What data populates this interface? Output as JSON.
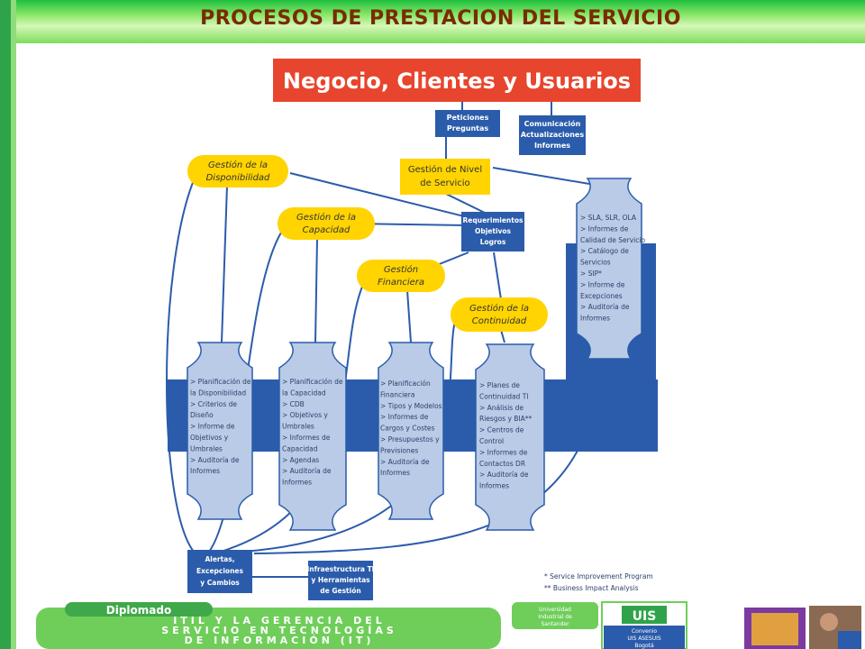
{
  "header": {
    "title": "PROCESOS DE PRESTACION DEL SERVICIO"
  },
  "diagram": {
    "top_banner": "Negocio, Clientes y Usuarios",
    "peticiones": [
      "Peticiones",
      "Preguntas"
    ],
    "comunicacion": [
      "Comunicación",
      "Actualizaciones",
      "Informes"
    ],
    "nivel_servicio": [
      "Gestión de Nivel",
      "de Servicio"
    ],
    "requerimientos": [
      "Requerimientos",
      "Objetivos",
      "Logros"
    ],
    "disponibilidad": [
      "Gestión de la",
      "Disponibilidad"
    ],
    "capacidad": [
      "Gestión de la",
      "Capacidad"
    ],
    "financiera": [
      "Gestión",
      "Financiera"
    ],
    "continuidad": [
      "Gestión de la",
      "Continuidad"
    ],
    "sla_list": [
      "> SLA, SLR, OLA",
      "> Informes de",
      "Calidad de Servicio",
      "> Catálogo de",
      "Servicios",
      "> SIP*",
      "> Informe de",
      "Excepciones",
      "> Auditoría de",
      "Informes"
    ],
    "disp_list": [
      "> Planificación de",
      "la Disponibilidad",
      "> Criterios de",
      "Diseño",
      "> Informe de",
      "Objetivos y",
      "Umbrales",
      "> Auditoría de",
      "Informes"
    ],
    "cap_list": [
      "> Planificación de",
      "la Capacidad",
      "> CDB",
      "> Objetivos y",
      "Umbrales",
      "> Informes de",
      "Capacidad",
      "> Agendas",
      "> Auditoría de",
      "Informes"
    ],
    "fin_list": [
      "> Planificación",
      "Financiera",
      "> Tipos y Modelos",
      "> Informes de",
      "Cargos y Costes",
      "> Presupuestos y",
      "Previsiones",
      "> Auditoría de",
      "Informes"
    ],
    "cont_list": [
      "> Planes de",
      "Continuidad TI",
      "> Análisis de",
      "Riesgos y BIA**",
      "> Centros de",
      "Control",
      "> Informes de",
      "Contactos DR",
      "> Auditoría de",
      "Informes"
    ],
    "alertas": [
      "Alertas,",
      "Excepciones",
      "y Cambios"
    ],
    "infra": [
      "Infraestructura TI",
      "y Herramientas",
      "de Gestión"
    ],
    "notes": [
      "* Service Improvement Program",
      "** Business Impact Analysis"
    ]
  },
  "footer": {
    "diplomado": "Diplomado",
    "banner_lines": [
      "ITIL Y LA GERENCIA DEL",
      "SERVICIO EN TECNOLOGÍAS",
      "DE INFORMACIÓN (IT)"
    ],
    "uis_name": [
      "Universidad",
      "Industrial de",
      "Santander"
    ],
    "uis_logo": "UIS",
    "convenio": [
      "Convenio",
      "UIS ASESUIS",
      "Bogotá"
    ]
  },
  "colors": {
    "dark_blue": "#2b5cab",
    "light_blue": "#b9cbe6",
    "yellow": "#ffd400",
    "red": "#e8452e",
    "green": "#2fa34a"
  }
}
